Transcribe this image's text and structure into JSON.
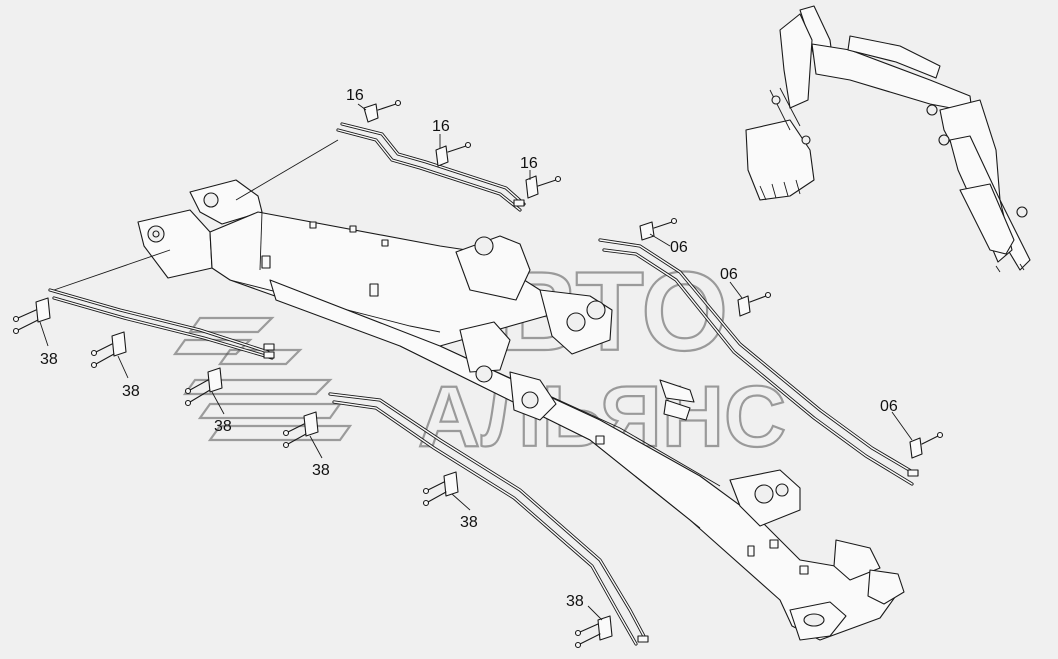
{
  "watermark": {
    "line1": "АВТО",
    "line2": "АЛЬЯНС"
  },
  "callouts": [
    {
      "id": "c16a",
      "text": "16"
    },
    {
      "id": "c16b",
      "text": "16"
    },
    {
      "id": "c16c",
      "text": "16"
    },
    {
      "id": "c06a",
      "text": "06"
    },
    {
      "id": "c06b",
      "text": "06"
    },
    {
      "id": "c06c",
      "text": "06"
    },
    {
      "id": "c38a",
      "text": "38"
    },
    {
      "id": "c38b",
      "text": "38"
    },
    {
      "id": "c38c",
      "text": "38"
    },
    {
      "id": "c38d",
      "text": "38"
    },
    {
      "id": "c38e",
      "text": "38"
    },
    {
      "id": "c38f",
      "text": "38"
    }
  ]
}
